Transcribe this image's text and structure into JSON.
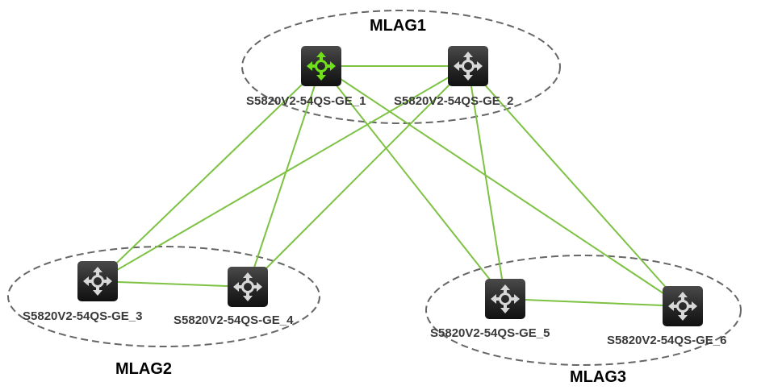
{
  "colors": {
    "link": "#7dc243",
    "group_outline": "#666666",
    "device_body_top": "#4a4a4a",
    "device_body_bottom": "#111111",
    "icon_normal": "#d8d8d8",
    "icon_highlight": "#6fe01a"
  },
  "groups": [
    {
      "id": "mlag1",
      "label": "MLAG1"
    },
    {
      "id": "mlag2",
      "label": "MLAG2"
    },
    {
      "id": "mlag3",
      "label": "MLAG3"
    }
  ],
  "devices": [
    {
      "id": "ge1",
      "label": "S5820V2-54QS-GE_1",
      "icon": "switch-icon",
      "highlighted": true,
      "group": "mlag1"
    },
    {
      "id": "ge2",
      "label": "S5820V2-54QS-GE_2",
      "icon": "switch-icon",
      "highlighted": false,
      "group": "mlag1"
    },
    {
      "id": "ge3",
      "label": "S5820V2-54QS-GE_3",
      "icon": "switch-icon",
      "highlighted": false,
      "group": "mlag2"
    },
    {
      "id": "ge4",
      "label": "S5820V2-54QS-GE_4",
      "icon": "switch-icon",
      "highlighted": false,
      "group": "mlag2"
    },
    {
      "id": "ge5",
      "label": "S5820V2-54QS-GE_5",
      "icon": "switch-icon",
      "highlighted": false,
      "group": "mlag3"
    },
    {
      "id": "ge6",
      "label": "S5820V2-54QS-GE_6",
      "icon": "switch-icon",
      "highlighted": false,
      "group": "mlag3"
    }
  ],
  "links": [
    {
      "from": "ge1",
      "to": "ge2"
    },
    {
      "from": "ge1",
      "to": "ge3"
    },
    {
      "from": "ge1",
      "to": "ge4"
    },
    {
      "from": "ge1",
      "to": "ge5"
    },
    {
      "from": "ge1",
      "to": "ge6"
    },
    {
      "from": "ge2",
      "to": "ge3"
    },
    {
      "from": "ge2",
      "to": "ge4"
    },
    {
      "from": "ge2",
      "to": "ge5"
    },
    {
      "from": "ge2",
      "to": "ge6"
    },
    {
      "from": "ge3",
      "to": "ge4"
    },
    {
      "from": "ge5",
      "to": "ge6"
    }
  ]
}
